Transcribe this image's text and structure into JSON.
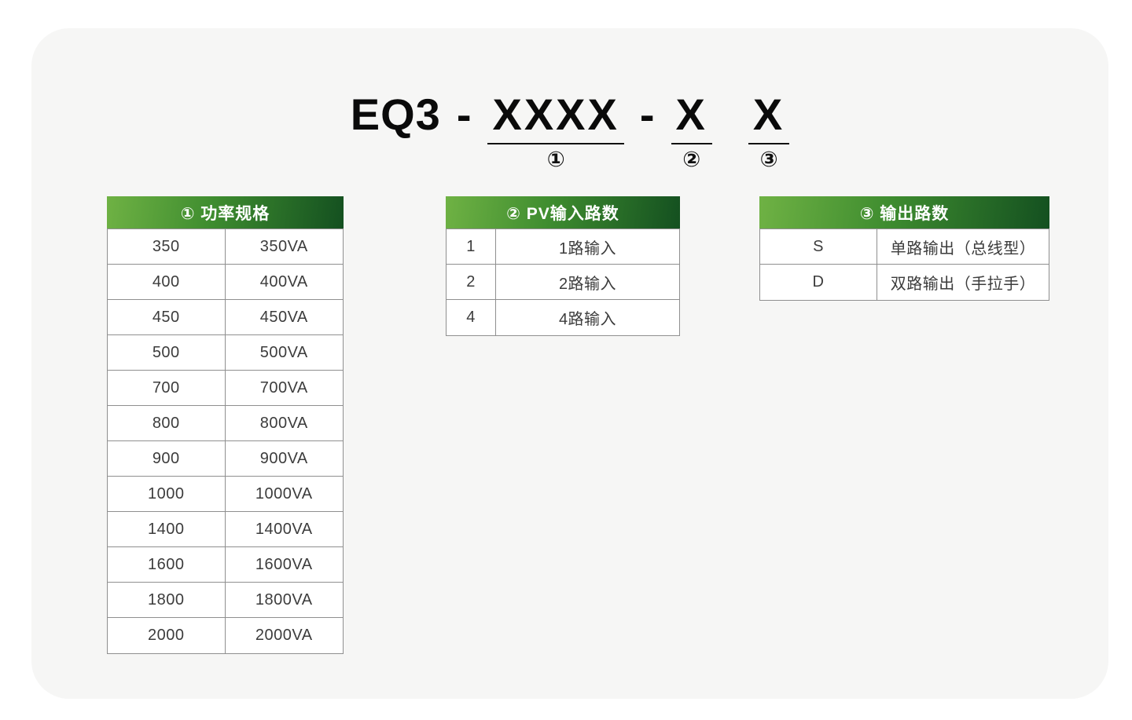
{
  "colors": {
    "page_bg": "#ffffff",
    "card_bg": "#f6f6f5",
    "header_gradient_start": "#6fb244",
    "header_gradient_end": "#145020",
    "table_border": "#8f8f8f",
    "cell_text": "#3c3c3c",
    "header_text": "#ffffff",
    "title_text": "#0a0a0a"
  },
  "model_code": {
    "prefix": "EQ3",
    "separator1": "-",
    "separator2": "-",
    "segments": [
      {
        "text": "XXXX",
        "marker": "①"
      },
      {
        "text": "X",
        "marker": "②"
      },
      {
        "text": "X",
        "marker": "③"
      }
    ]
  },
  "tables": [
    {
      "id": "power-spec",
      "title": "① 功率规格",
      "rows": [
        [
          "350",
          "350VA"
        ],
        [
          "400",
          "400VA"
        ],
        [
          "450",
          "450VA"
        ],
        [
          "500",
          "500VA"
        ],
        [
          "700",
          "700VA"
        ],
        [
          "800",
          "800VA"
        ],
        [
          "900",
          "900VA"
        ],
        [
          "1000",
          "1000VA"
        ],
        [
          "1400",
          "1400VA"
        ],
        [
          "1600",
          "1600VA"
        ],
        [
          "1800",
          "1800VA"
        ],
        [
          "2000",
          "2000VA"
        ]
      ]
    },
    {
      "id": "pv-input-count",
      "title": "② PV输入路数",
      "rows": [
        [
          "1",
          "1路输入"
        ],
        [
          "2",
          "2路输入"
        ],
        [
          "4",
          "4路输入"
        ]
      ]
    },
    {
      "id": "output-count",
      "title": "③ 输出路数",
      "rows": [
        [
          "S",
          "单路输出（总线型）"
        ],
        [
          "D",
          "双路输出（手拉手）"
        ]
      ]
    }
  ]
}
